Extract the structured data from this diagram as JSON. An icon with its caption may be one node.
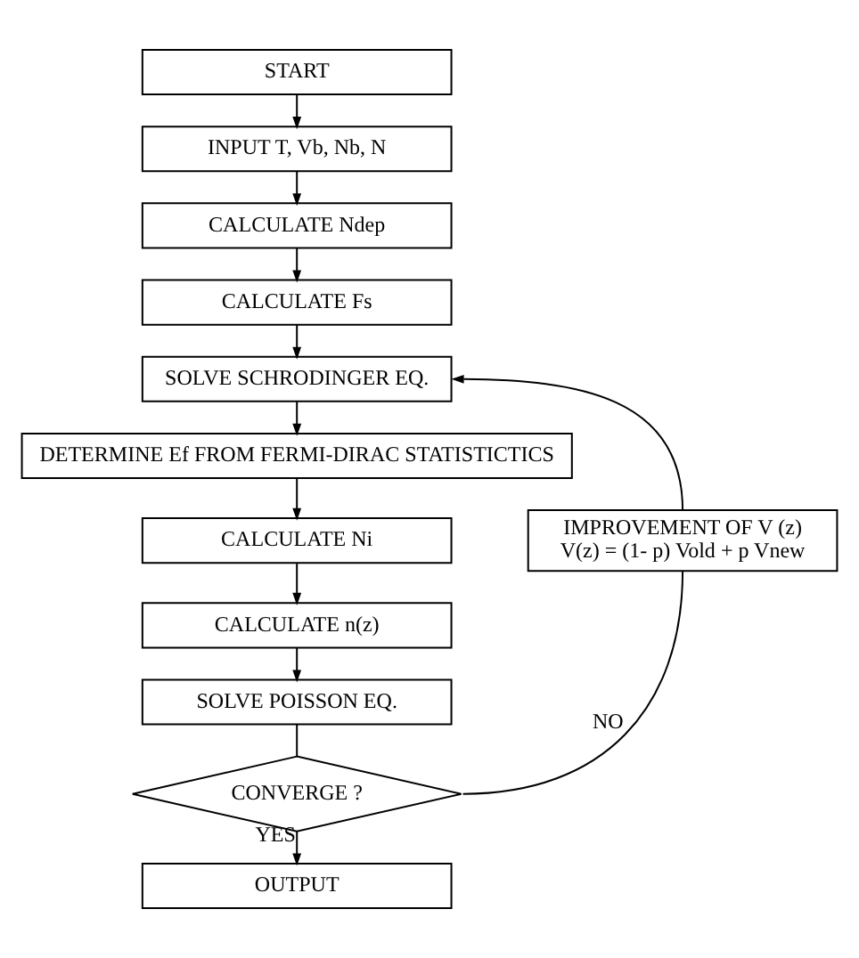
{
  "diagram": {
    "nodes": [
      {
        "text": [
          "START"
        ]
      },
      {
        "text": [
          "INPUT T, Vb, Nb, N"
        ]
      },
      {
        "text": [
          "CALCULATE Ndep"
        ]
      },
      {
        "text": [
          "CALCULATE Fs"
        ]
      },
      {
        "text": [
          "SOLVE SCHRODINGER EQ."
        ]
      },
      {
        "text": [
          "DETERMINE Ef FROM FERMI-DIRAC STATISTICTICS"
        ]
      },
      {
        "text": [
          "CALCULATE Ni"
        ]
      },
      {
        "text": [
          "CALCULATE n(z)"
        ]
      },
      {
        "text": [
          "SOLVE POISSON EQ."
        ]
      },
      {
        "text": [
          "CONVERGE ?"
        ]
      },
      {
        "text": [
          "OUTPUT"
        ]
      },
      {
        "text": [
          "IMPROVEMENT OF V (z)",
          "V(z) = (1- p) Vold + p Vnew"
        ]
      }
    ],
    "edges": [
      {
        "from": 0,
        "to": 1,
        "arrow": "to"
      },
      {
        "from": 1,
        "to": 2,
        "arrow": "to"
      },
      {
        "from": 2,
        "to": 3,
        "arrow": "to"
      },
      {
        "from": 3,
        "to": 4,
        "arrow": "to"
      },
      {
        "from": 4,
        "to": 5,
        "arrow": "to"
      },
      {
        "from": 5,
        "to": 6,
        "arrow": "to"
      },
      {
        "from": 6,
        "to": 7,
        "arrow": "to"
      },
      {
        "from": 7,
        "to": 8,
        "arrow": "to"
      },
      {
        "from": 8,
        "to": 9,
        "arrow": "none"
      },
      {
        "from": 9,
        "to": 10,
        "arrow": "to",
        "label": "YES"
      },
      {
        "from": 9,
        "to": 11,
        "arrow": "none",
        "label": "NO"
      },
      {
        "from": 11,
        "to": 4,
        "arrow": "to"
      }
    ]
  }
}
